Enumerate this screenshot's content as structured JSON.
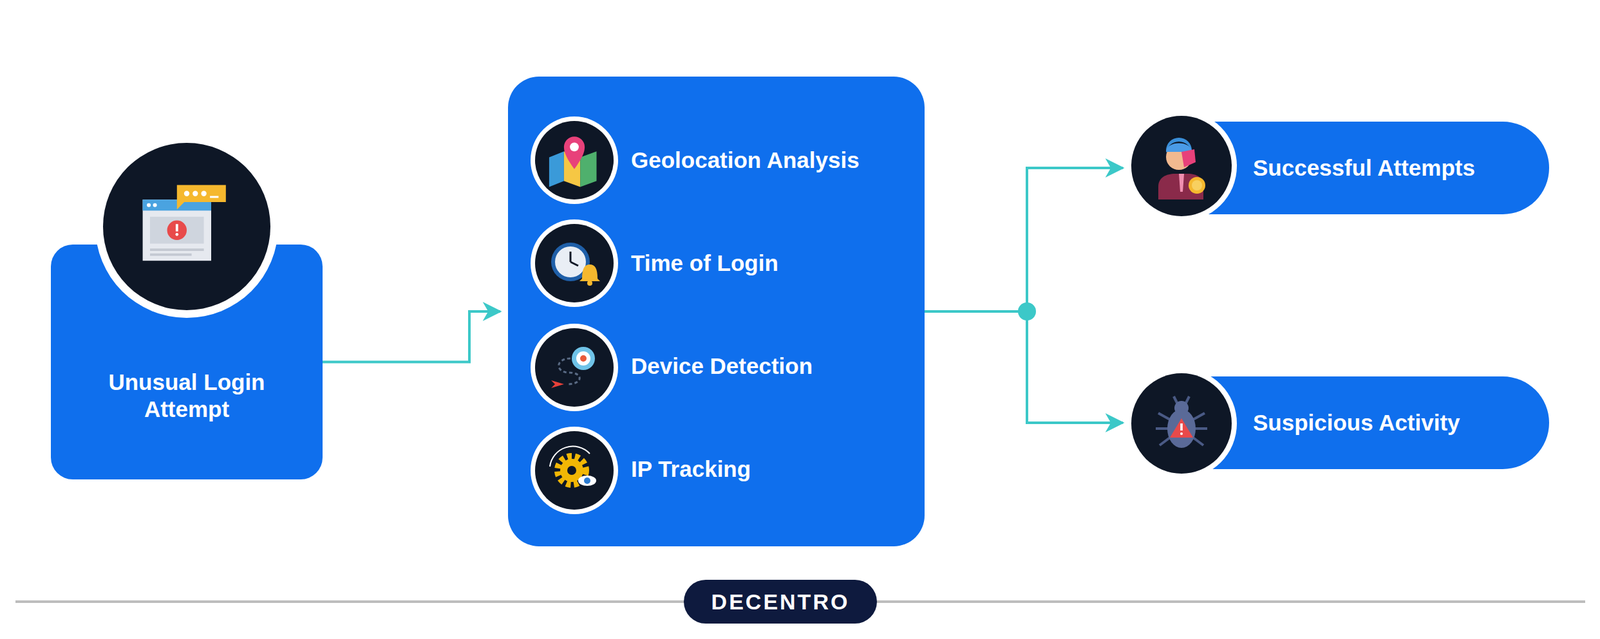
{
  "diagram": {
    "nodes": [
      {
        "text": [
          "Unusual Login Attempt"
        ]
      },
      {
        "text": [
          "Geolocation Analysis",
          "Time of Login",
          "Device Detection",
          "IP Tracking"
        ]
      },
      {
        "text": [
          "Successful Attempts"
        ]
      },
      {
        "text": [
          "Suspicious Activity"
        ]
      }
    ],
    "edges": [
      {
        "from": 0,
        "to": 1,
        "arrow": "to"
      },
      {
        "from": 1,
        "to": 2,
        "arrow": "to"
      },
      {
        "from": 1,
        "to": 3,
        "arrow": "to"
      }
    ],
    "labels": [
      "DECENTRO"
    ]
  }
}
